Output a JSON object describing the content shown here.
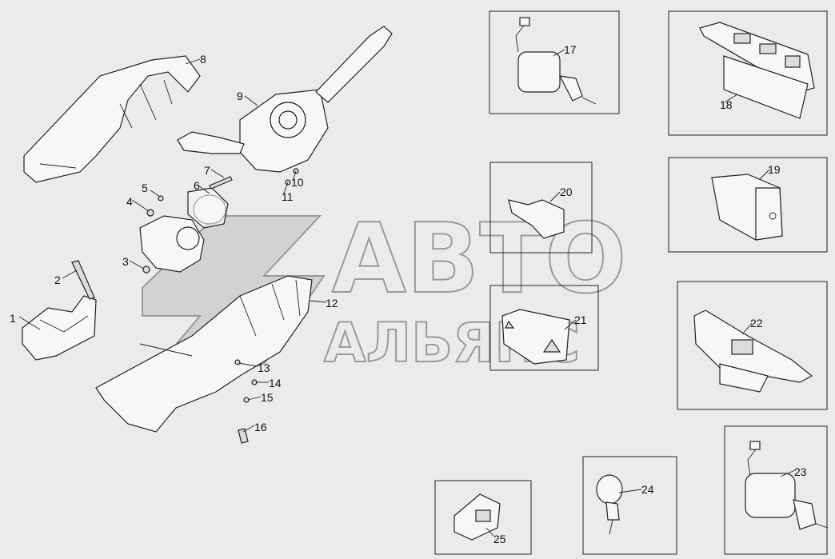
{
  "watermark": {
    "line1": "АВТО",
    "line2": "АЛЬЯНС"
  },
  "callouts": [
    "1",
    "2",
    "3",
    "4",
    "5",
    "6",
    "7",
    "8",
    "9",
    "10",
    "11",
    "12",
    "13",
    "14",
    "15",
    "16",
    "17",
    "18",
    "19",
    "20",
    "21",
    "22",
    "23",
    "24",
    "25"
  ]
}
